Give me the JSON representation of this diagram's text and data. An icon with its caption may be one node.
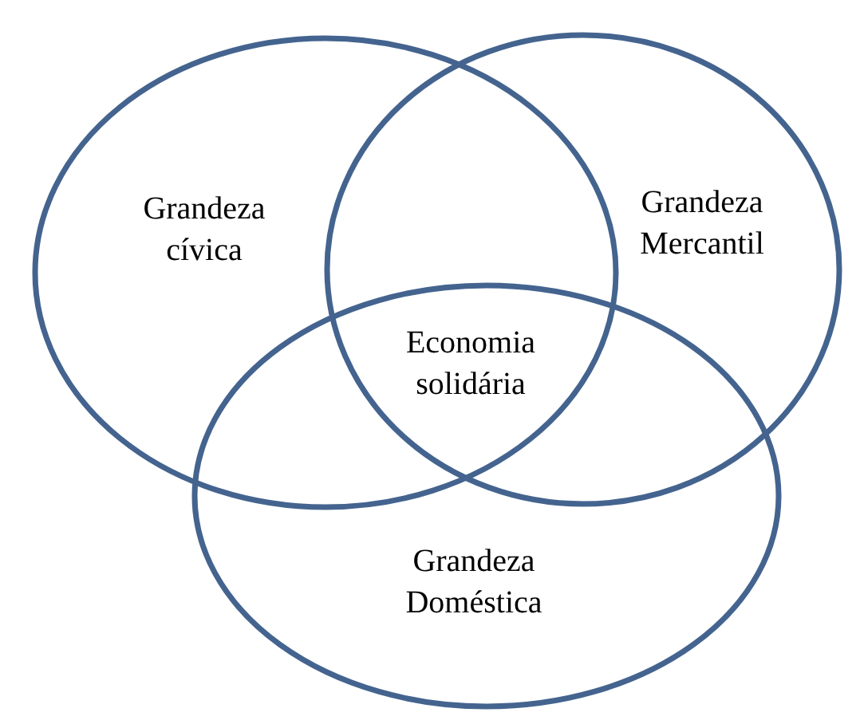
{
  "diagram": {
    "nodes": [
      {
        "text": [
          "Grandeza cívica"
        ]
      },
      {
        "text": [
          "Grandeza Mercantil"
        ]
      },
      {
        "text": [
          "Grandeza Doméstica"
        ]
      }
    ],
    "labels": [
      "Economia solidária"
    ]
  }
}
